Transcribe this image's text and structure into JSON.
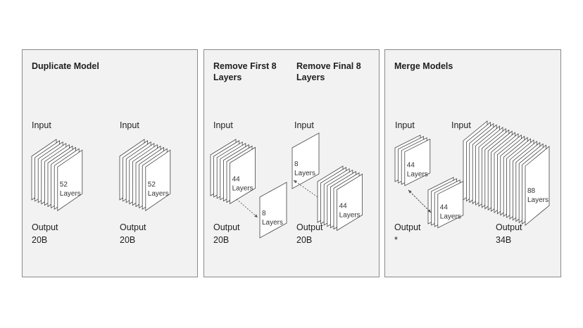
{
  "panels": [
    {
      "title": "Duplicate Model",
      "left": {
        "input": "Input",
        "layers_value": "52",
        "layers_unit": "Layers",
        "output": "Output",
        "size": "20B"
      },
      "right": {
        "input": "Input",
        "layers_value": "52",
        "layers_unit": "Layers",
        "output": "Output",
        "size": "20B"
      }
    },
    {
      "title_left_line1": "Remove First 8",
      "title_left_line2": "Layers",
      "title_right_line1": "Remove Final 8",
      "title_right_line2": "Layers",
      "left": {
        "input": "Input",
        "main_value": "44",
        "main_unit": "Layers",
        "removed_value": "8",
        "removed_unit": "Layers",
        "output": "Output",
        "size": "20B"
      },
      "right": {
        "input": "Input",
        "main_value": "44",
        "main_unit": "Layers",
        "removed_value": "8",
        "removed_unit": "Layers",
        "output": "Output",
        "size": "20B"
      }
    },
    {
      "title": "Merge Models",
      "left": {
        "input": "Input",
        "top_value": "44",
        "top_unit": "Layers",
        "bottom_value": "44",
        "bottom_unit": "Layers",
        "output": "Output",
        "size": "*"
      },
      "right": {
        "input": "Input",
        "layers_value": "88",
        "layers_unit": "Layers",
        "output": "Output",
        "size": "34B"
      }
    }
  ],
  "colors": {
    "panel_bg": "#f2f2f2",
    "panel_border": "#8a8a8a",
    "layer_fill": "#ffffff",
    "layer_stroke": "#444444"
  }
}
